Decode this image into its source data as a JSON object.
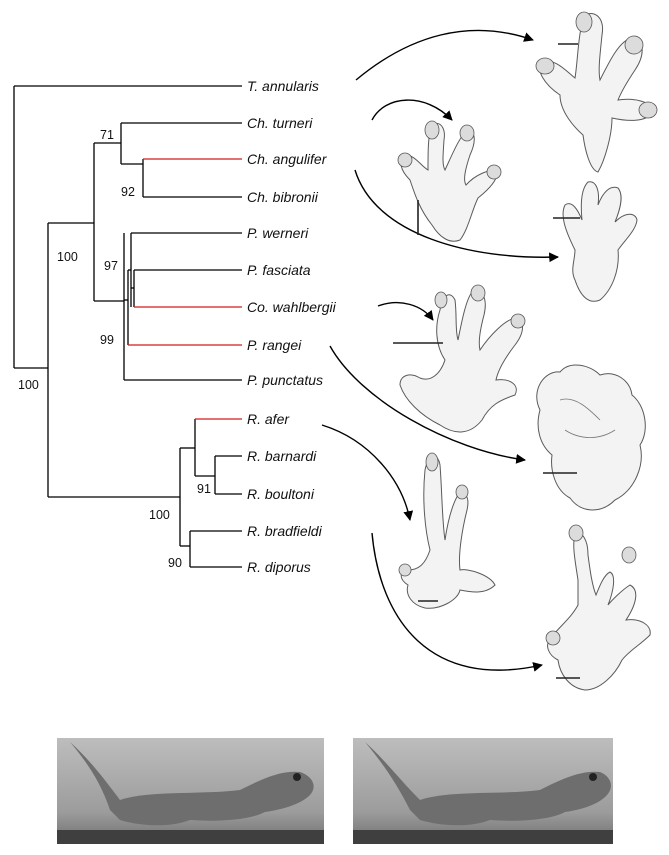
{
  "taxa": [
    {
      "label": "T. annularis"
    },
    {
      "label": "Ch. turneri"
    },
    {
      "label": "Ch. angulifer"
    },
    {
      "label": "Ch. bibronii"
    },
    {
      "label": "P. werneri"
    },
    {
      "label": "P. fasciata"
    },
    {
      "label": "Co. wahlbergii"
    },
    {
      "label": "P. rangei"
    },
    {
      "label": "P. punctatus"
    },
    {
      "label": "R. afer"
    },
    {
      "label": "R. barnardi"
    },
    {
      "label": "R. boultoni"
    },
    {
      "label": "R. bradfieldi"
    },
    {
      "label": "R. diporus"
    }
  ],
  "support_values": {
    "root": "100",
    "ingroup": "100",
    "chondrodactylus": "71",
    "angulifer_bibronii": "92",
    "pachydactylus_group": "97",
    "rangei_clade": "99",
    "rhoptropus": "100",
    "barnardi_boultoni": "91",
    "bradfieldi_diporus": "90"
  },
  "colors": {
    "branch": "#000000",
    "highlight": "#d41c1c"
  },
  "illustrations": [
    {
      "name": "t-annularis-foot-illustration"
    },
    {
      "name": "ch-turneri-foot-illustration"
    },
    {
      "name": "ch-angulifer-foot-illustration"
    },
    {
      "name": "co-wahlbergii-foot-illustration"
    },
    {
      "name": "p-rangei-foot-illustration"
    },
    {
      "name": "r-afer-foot-illustration"
    },
    {
      "name": "r-bradfieldi-foot-illustration"
    }
  ],
  "photos": [
    {
      "name": "gecko-photo-left"
    },
    {
      "name": "gecko-photo-right"
    }
  ]
}
